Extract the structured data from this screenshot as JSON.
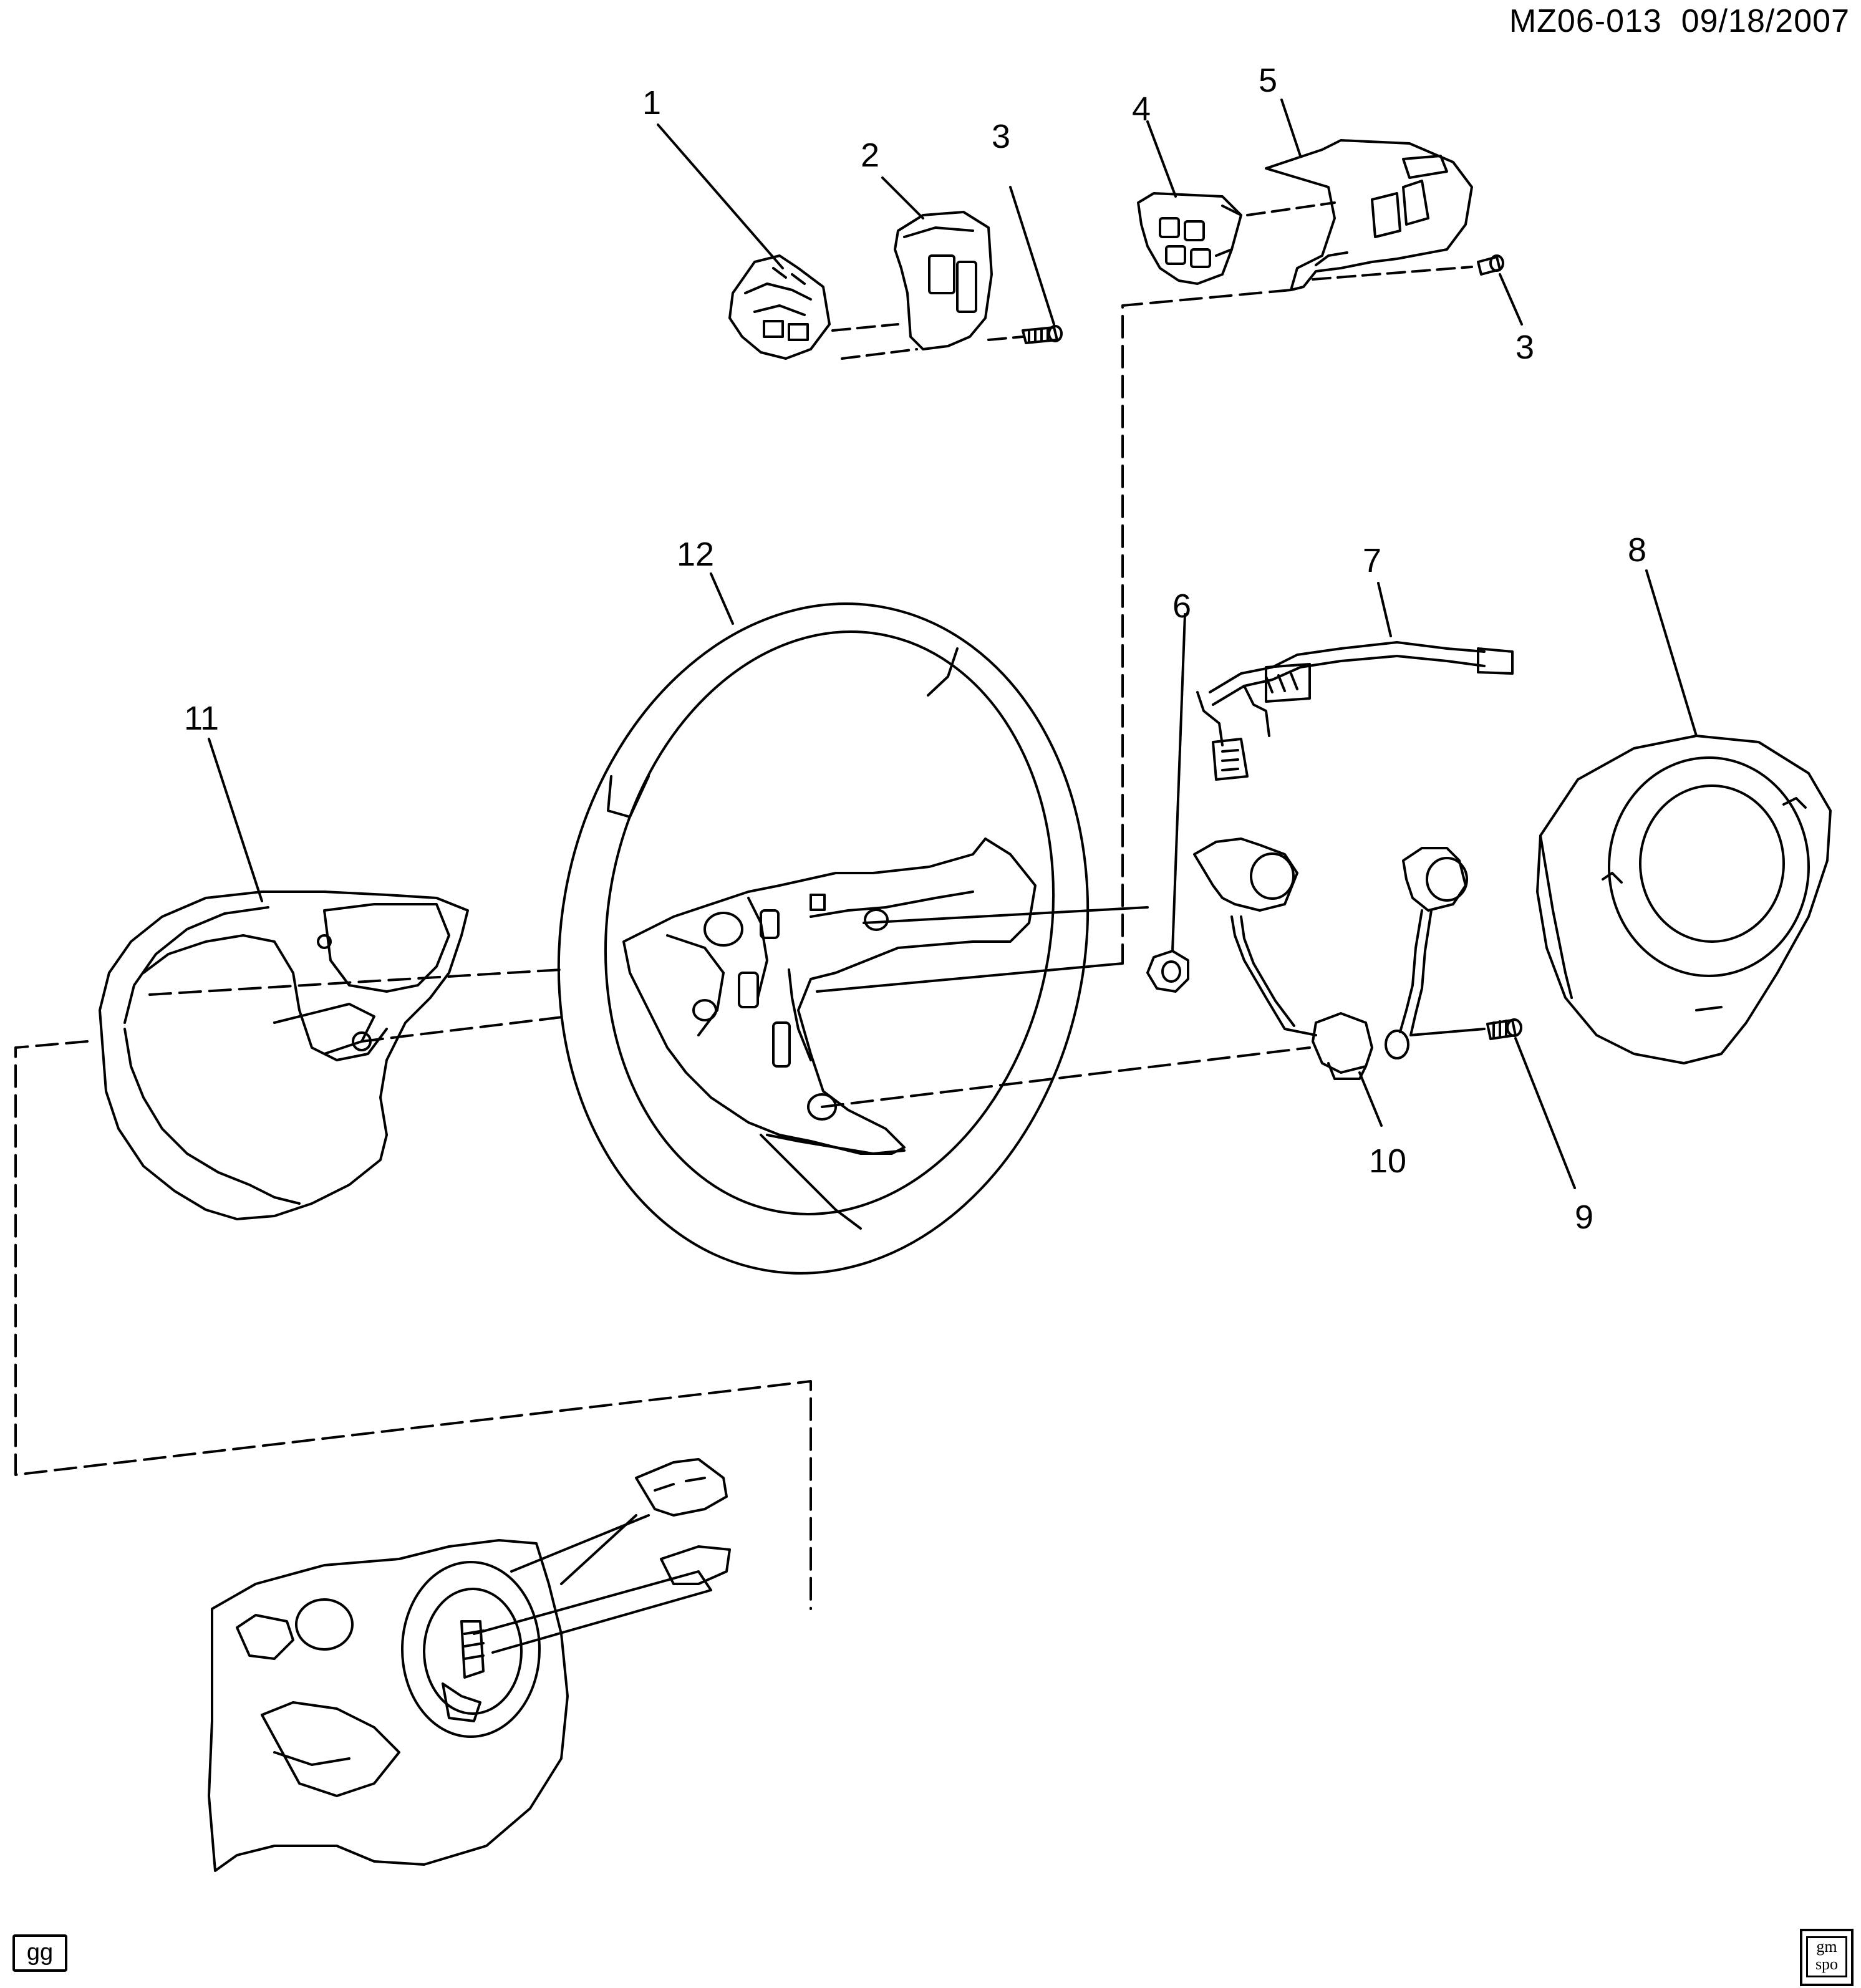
{
  "header": {
    "code": "MZ06-013",
    "date": "09/18/2007"
  },
  "callouts": {
    "c1": "1",
    "c2": "2",
    "c3a": "3",
    "c3b": "3",
    "c4": "4",
    "c5": "5",
    "c6": "6",
    "c7": "7",
    "c8": "8",
    "c9": "9",
    "c10": "10",
    "c11": "11",
    "c12": "12"
  },
  "corner": {
    "left_tag": "gg",
    "right_logo_line1": "gm",
    "right_logo_line2": "spo"
  },
  "colors": {
    "line": "#000000",
    "background": "#ffffff"
  }
}
